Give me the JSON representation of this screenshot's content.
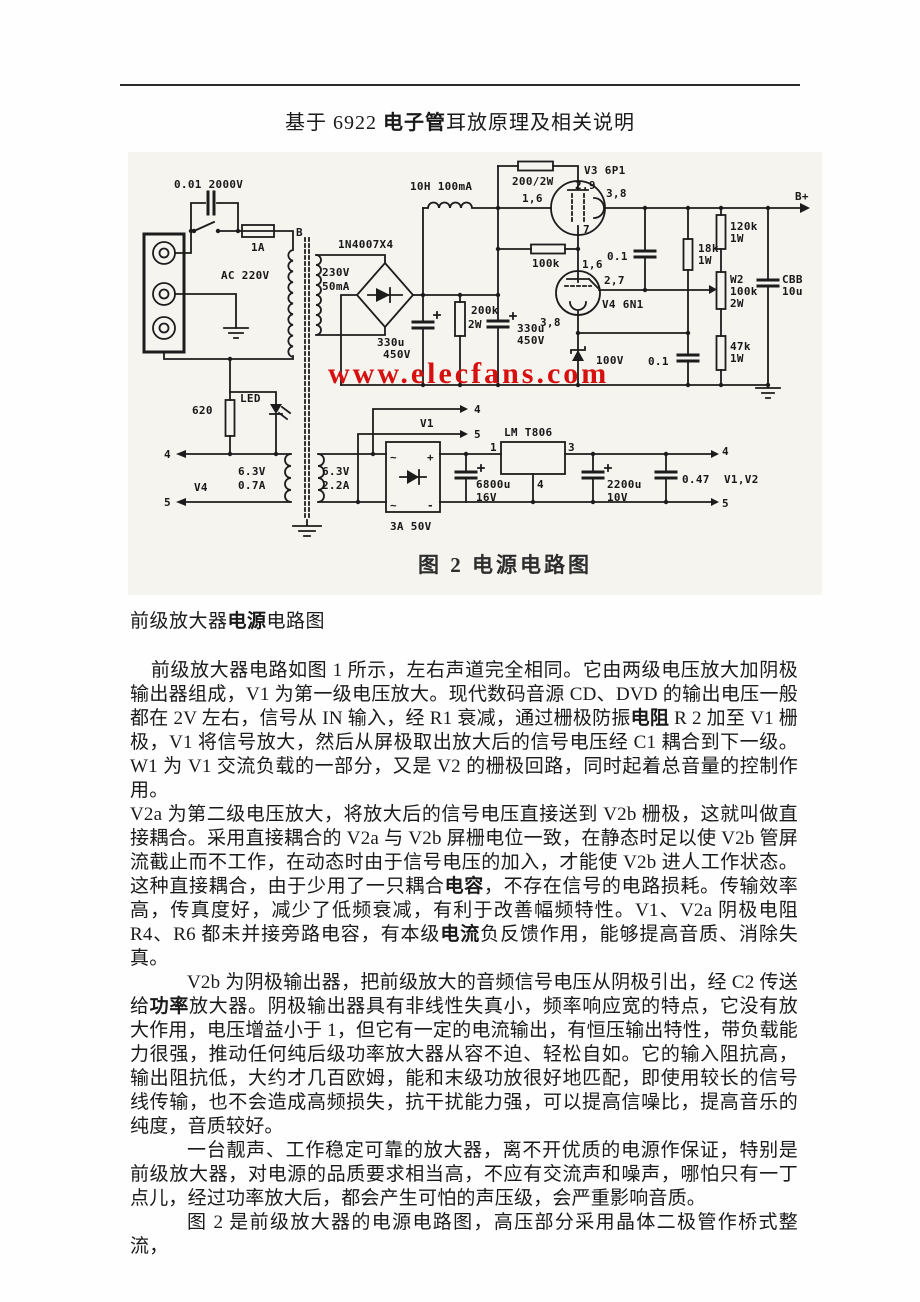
{
  "page": {
    "title_pre": "基于 6922 ",
    "title_bold": "电子管",
    "title_post": "耳放原理及相关说明"
  },
  "heading": {
    "pre": "前级放大器",
    "bold": "电源",
    "post": "电路图"
  },
  "paragraphs": {
    "p1": {
      "s0": "前级放大器电路如图 1 所示，左右声道完全相同。它由两级电压放大加阴极输出器组成，V1 为第一级电压放大。现代数码音源 CD、DVD 的输出电压一般都在 2V 左右，信号从 IN 输入，经 R1 衰减，通过栅极防振",
      "bold1": "电阻",
      "s1": " R 2 加至 V1 栅极，V1 将信号放大，然后从屏极取出放大后的信号电压经 C1 耦合到下一级。W1 为 V1 交流负载的一部分，又是 V2 的栅极回路，同时起着总音量的控制作用。"
    },
    "p2": {
      "s0": "V2a 为第二级电压放大，将放大后的信号电压直接送到 V2b 栅极，这就叫做直接耦合。采用直接耦合的 V2a 与 V2b 屏栅电位一致，在静态时足以使 V2b 管屏流截止而不工作，在动态时由于信号电压的加入，才能使 V2b 进人工作状态。这种直接耦合，由于少用了一只耦合",
      "bold1": "电容",
      "s1": "，不存在信号的电路损耗。传输效率高，传真度好，减少了低频衰减，有利于改善幅频特性。V1、V2a 阴极电阻 R4、R6 都未并接旁路电容，有本级",
      "bold2": "电流",
      "s2": "负反馈作用，能够提高音质、消除失真。"
    },
    "p3": {
      "s0": "V2b 为阴极输出器，把前级放大的音频信号电压从阴极引出，经 C2 传送给",
      "bold1": "功率",
      "s1": "放大器。阴极输出器具有非线性失真小，频率响应宽的特点，它没有放大作用，电压增益小于 1，但它有一定的电流输出，有恒压输出特性，带负载能力很强，推动任何纯后级功率放大器从容不迫、轻松自如。它的输入阻抗高，输出阻抗低，大约才几百欧姆，能和末级功放很好地匹配，即使用较长的信号线传输，也不会造成高频损失，抗干扰能力强，可以提高信噪比，提高音乐的纯度，音质较好。"
    },
    "p4": {
      "s0": "一台靓声、工作稳定可靠的放大器，离不开优质的电源作保证，特别是前级放大器，对电源的品质要求相当高，不应有交流声和噪声，哪怕只有一丁点儿，经过功率放大后，都会产生可怕的声压级，会严重影响音质。"
    },
    "p5": {
      "s0": "图 2 是前级放大器的电源电路图，高压部分采用晶体二极管作桥式整流，"
    }
  },
  "figure": {
    "caption": "图 2  电源电路图",
    "watermark": "www.elecfans.com",
    "watermark_color": "#d60f0f",
    "labels": {
      "cap_input": "0.01 2000V",
      "fuse": "1A",
      "ac": "AC 220V",
      "core": "B",
      "bridge": "1N4007X4",
      "sec_v": "230V",
      "sec_i": "50mA",
      "c1a": "330u",
      "c1b": "450V",
      "bleed1": "200k",
      "bleed2": "2W",
      "c2a": "330u",
      "c2b": "450V",
      "choke": "10H 100mA",
      "rplate": "200/2W",
      "v3": "V3 6P1",
      "v3p29": "2,9",
      "v3p38": "3,8",
      "v3p16": "1,6",
      "v3p7": "7",
      "rgrid": "100k",
      "c01a": "0.1",
      "r18k": "18k",
      "r18kw": "1W",
      "r120k": "120k",
      "r120kw": "1W",
      "potw": "W2",
      "potv": "100k",
      "potp": "2W",
      "r47k": "47k",
      "r47kw": "1W",
      "cbb": "CBB",
      "cbbv": "10u",
      "c01b": "0.1",
      "zener": "100V",
      "v4": "V4 6N1",
      "v4p16": "1,6",
      "v4p27": "2,7",
      "v4p38": "3,8",
      "bplus": "B+",
      "r620": "620",
      "led": "LED",
      "n4a": "4",
      "n5a": "5",
      "v4h": "V4",
      "h1v": "6.3V",
      "h1i": "0.7A",
      "h2v": "6.3V",
      "h2i": "2.2A",
      "v1": "V1",
      "n4b": "4",
      "n5b": "5",
      "lvbridge": "3A 50V",
      "c6800": "6800u",
      "c6800v": "16V",
      "reg": "LM T806",
      "regp1": "1",
      "regp3": "3",
      "regp4": "4",
      "c2200": "2200u",
      "c2200v": "10V",
      "c047": "0.47",
      "v1v2": "V1,V2",
      "n4c": "4",
      "n5c": "5",
      "sin1": "~",
      "pos": "+",
      "sin2": "~",
      "neg": "-"
    }
  }
}
